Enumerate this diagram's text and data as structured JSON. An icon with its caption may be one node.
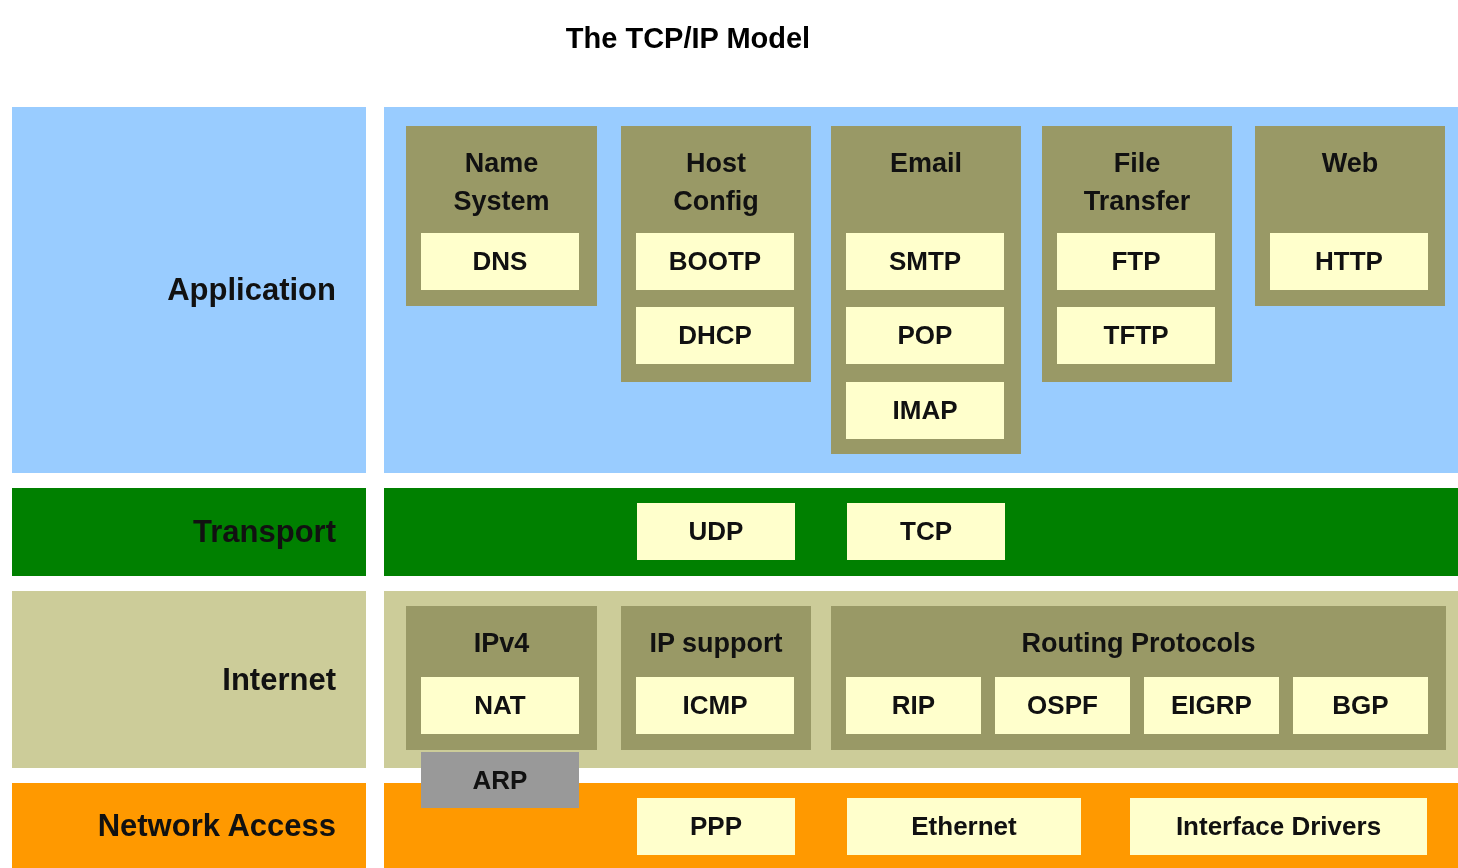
{
  "diagram": {
    "title": "The TCP/IP Model",
    "nodes": [
      {
        "text": [
          "Application"
        ]
      },
      {
        "text": [],
        "shape": "box"
      },
      {
        "text": [
          "Name System"
        ],
        "in": 1
      },
      {
        "text": [
          "DNS"
        ],
        "in": 2
      },
      {
        "text": [
          "Host Config"
        ],
        "in": 1
      },
      {
        "text": [
          "BOOTP"
        ],
        "in": 4
      },
      {
        "text": [
          "DHCP"
        ],
        "in": 4
      },
      {
        "text": [
          "Email"
        ],
        "in": 1
      },
      {
        "text": [
          "SMTP"
        ],
        "in": 7
      },
      {
        "text": [
          "POP"
        ],
        "in": 7
      },
      {
        "text": [
          "IMAP"
        ],
        "in": 7
      },
      {
        "text": [
          "File Transfer"
        ],
        "in": 1
      },
      {
        "text": [
          "FTP"
        ],
        "in": 11
      },
      {
        "text": [
          "TFTP"
        ],
        "in": 11
      },
      {
        "text": [
          "Web"
        ],
        "in": 1
      },
      {
        "text": [
          "HTTP"
        ],
        "in": 14
      },
      {
        "text": [
          "Transport"
        ]
      },
      {
        "text": [],
        "shape": "box"
      },
      {
        "text": [
          "UDP"
        ],
        "in": 17
      },
      {
        "text": [
          "TCP"
        ],
        "in": 17
      },
      {
        "text": [
          "Internet"
        ]
      },
      {
        "text": [],
        "shape": "box"
      },
      {
        "text": [
          "IPv4"
        ],
        "in": 21
      },
      {
        "text": [
          "NAT"
        ],
        "in": 22
      },
      {
        "text": [
          "IP support"
        ],
        "in": 21
      },
      {
        "text": [
          "ICMP"
        ],
        "in": 24
      },
      {
        "text": [
          "Routing Protocols"
        ],
        "in": 21
      },
      {
        "text": [
          "RIP"
        ],
        "in": 26
      },
      {
        "text": [
          "OSPF"
        ],
        "in": 26
      },
      {
        "text": [
          "EIGRP"
        ],
        "in": 26
      },
      {
        "text": [
          "BGP"
        ],
        "in": 26
      },
      {
        "text": [
          "ARP"
        ]
      },
      {
        "text": [
          "Network Access"
        ]
      },
      {
        "text": [],
        "shape": "box"
      },
      {
        "text": [
          "PPP"
        ],
        "in": 33
      },
      {
        "text": [
          "Ethernet"
        ],
        "in": 33
      },
      {
        "text": [
          "Interface Drivers"
        ],
        "in": 33
      }
    ],
    "edges": []
  }
}
